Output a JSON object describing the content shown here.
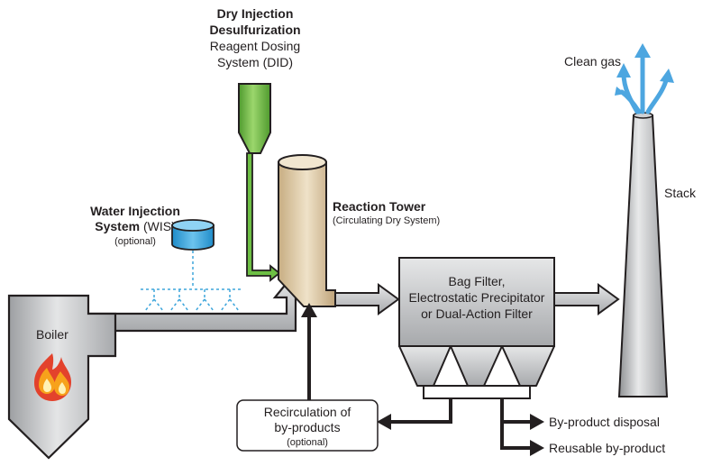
{
  "labels": {
    "did_line1": "Dry Injection",
    "did_line2": "Desulfurization",
    "did_line3": "Reagent Dosing",
    "did_line4": "System (DID)",
    "wis_line1": "Water Injection",
    "wis_line2_bold": "System",
    "wis_line2_rest": " (WIS)",
    "wis_line3": "(optional)",
    "tower_line1": "Reaction Tower",
    "tower_line2": "(Circulating Dry System)",
    "filter_line1": "Bag Filter,",
    "filter_line2": "Electrostatic Precipitator",
    "filter_line3": "or Dual-Action Filter",
    "boiler": "Boiler",
    "stack": "Stack",
    "clean_gas": "Clean gas",
    "recirc_line1": "Recirculation of",
    "recirc_line2": "by-products",
    "recirc_line3": "(optional)",
    "byproduct_disposal": "By-product disposal",
    "reusable_byproduct": "Reusable by-product"
  },
  "icons": {
    "boiler_flame": "flame-icon",
    "clean_gas": "arrow-up-icon"
  },
  "colors": {
    "hopper_green": "#6dbf44",
    "tank_blue": "#3fa6dc",
    "tower_tan": "#d9c4a1",
    "equipment_gray": "#bfc0c2",
    "flow_black": "#231f20",
    "flame_red": "#e3422c",
    "clean_gas_blue": "#4da6e0"
  }
}
